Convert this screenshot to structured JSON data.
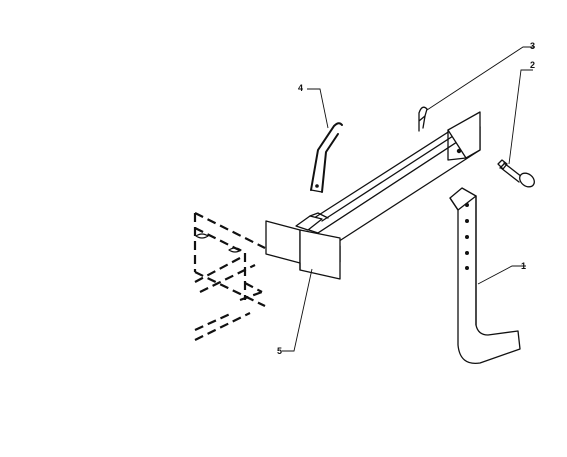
{
  "callouts": [
    {
      "id": "1",
      "label": "1"
    },
    {
      "id": "2",
      "label": "2"
    },
    {
      "id": "3",
      "label": "3"
    },
    {
      "id": "4",
      "label": "4"
    },
    {
      "id": "5",
      "label": "5"
    }
  ],
  "parts": [
    {
      "callout": "1",
      "shape": "tine"
    },
    {
      "callout": "2",
      "shape": "bolt"
    },
    {
      "callout": "3",
      "shape": "r-clip"
    },
    {
      "callout": "4",
      "shape": "pin"
    },
    {
      "callout": "5",
      "shape": "bracket-arm"
    }
  ]
}
